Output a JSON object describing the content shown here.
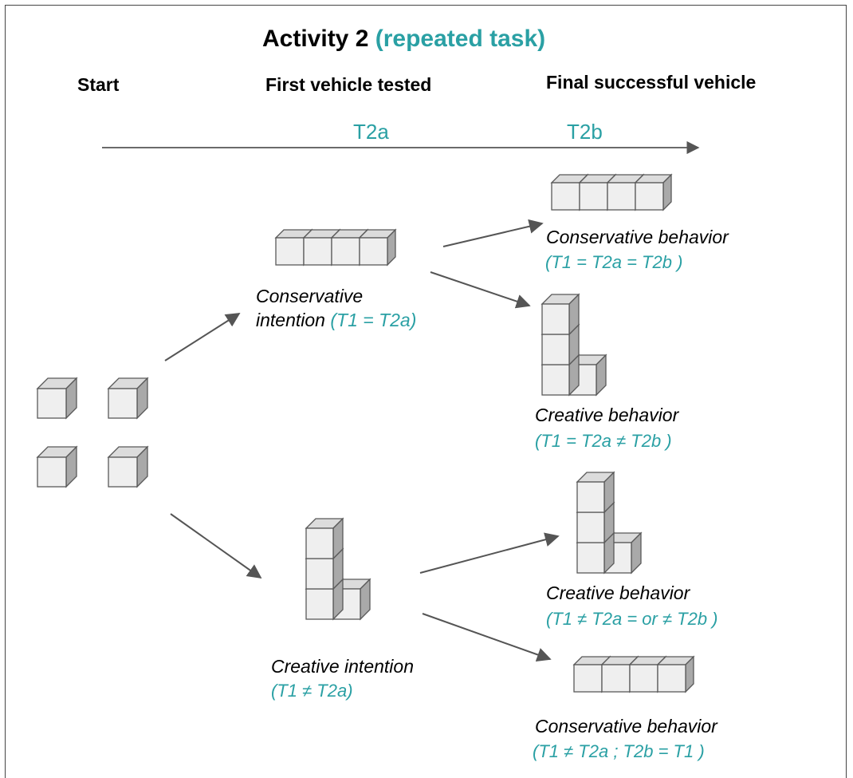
{
  "title": {
    "main": "Activity 2",
    "accent": "(repeated task)"
  },
  "columns": {
    "start": "Start",
    "first": "First vehicle tested",
    "final": "Final successful vehicle"
  },
  "timeline": {
    "t2a": "T2a",
    "t2b": "T2b"
  },
  "nodes": {
    "conservative_intention": {
      "line1": "Conservative",
      "line2": "intention",
      "formula": "(T1 = T2a)"
    },
    "creative_intention": {
      "label": "Creative intention",
      "formula": "(T1 ≠ T2a)"
    },
    "outcome_1": {
      "label": "Conservative behavior",
      "formula": "(T1 = T2a = T2b )"
    },
    "outcome_2": {
      "label": "Creative behavior",
      "formula": "(T1 = T2a ≠ T2b )"
    },
    "outcome_3": {
      "label": "Creative behavior",
      "formula": "(T1 ≠  T2a = or ≠  T2b )"
    },
    "outcome_4": {
      "label": "Conservative behavior",
      "formula": "(T1 ≠  T2a ; T2b = T1 )"
    }
  },
  "colors": {
    "accent": "#2aa0a4",
    "cube_front": "#efefef",
    "cube_side": "#a9a9a9",
    "cube_top": "#dcdcdc",
    "cube_edge": "#595959",
    "arrow": "#555555"
  },
  "shapes": {
    "start": "four-loose-cubes",
    "row": "four-cube-row",
    "l_shape": "three-high-l-shape"
  }
}
